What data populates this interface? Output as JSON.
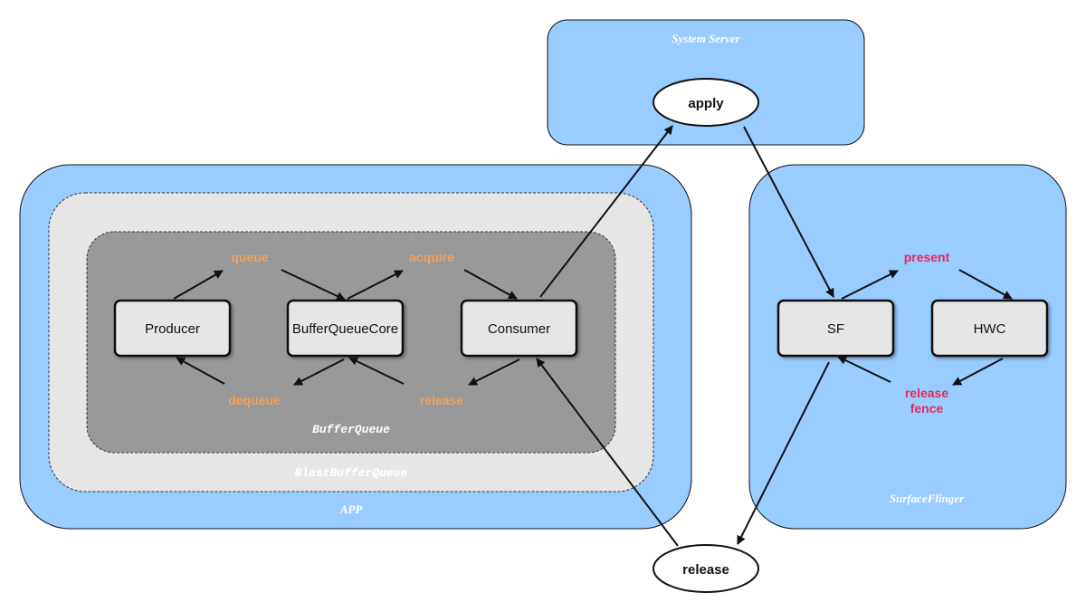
{
  "regions": {
    "system_server": "System Server",
    "app": "APP",
    "blast_buffer_queue": "BlastBufferQueue",
    "buffer_queue": "BufferQueue",
    "surface_flinger": "SurfaceFlinger"
  },
  "nodes": {
    "producer": "Producer",
    "buffer_queue_core": "BufferQueueCore",
    "consumer": "Consumer",
    "sf": "SF",
    "hwc": "HWC",
    "apply": "apply",
    "release_ellipse": "release"
  },
  "operations": {
    "queue": "queue",
    "acquire": "acquire",
    "dequeue": "dequeue",
    "release": "release",
    "present": "present",
    "release_fence_line1": "release",
    "release_fence_line2": "fence"
  },
  "colors": {
    "container_blue": "#99ccff",
    "inner_gray": "#e6e6e6",
    "core_gray": "#999999",
    "box_fill": "#e6e6e6",
    "op_orange": "#f5a05a",
    "op_red": "#e8285a"
  }
}
